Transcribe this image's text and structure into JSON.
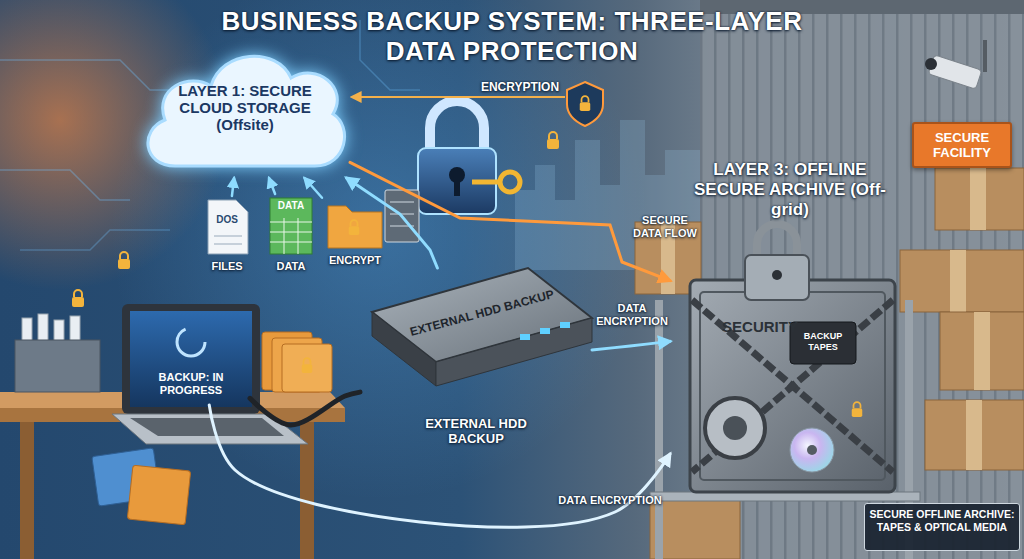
{
  "diagram": {
    "title": "BUSINESS BACKUP SYSTEM: THREE-LAYER DATA PROTECTION",
    "nodes": [
      {
        "text": [
          "LAYER 1: SECURE CLOUD STORAGE (Offsite)"
        ]
      },
      {
        "text": [
          "DOS",
          "FILES"
        ]
      },
      {
        "text": [
          "DATA",
          "DATA"
        ]
      },
      {
        "text": [
          "ENCRYPT"
        ]
      },
      {
        "text": [
          "SECURE FACILITY"
        ]
      },
      {
        "text": [
          "LAYER 3: OFFLINE SECURE ARCHIVE (Off-grid)",
          "SECURITY"
        ]
      },
      {
        "text": [
          "BACKUP TAPES"
        ],
        "in": 5
      },
      {
        "text": [
          "BACKUP: IN PROGRESS"
        ]
      },
      {
        "text": [
          "EXTERNAL HDD BACKUP",
          "EXTERNAL HDD BACKUP"
        ]
      },
      {
        "text": [
          "SECURE OFFLINE ARCHIVE: TAPES & OPTICAL MEDIA"
        ]
      }
    ],
    "edges": [
      {
        "from": 1,
        "to": 0,
        "arrow": "to"
      },
      {
        "from": 2,
        "to": 0,
        "arrow": "to"
      },
      {
        "from": 3,
        "to": 0,
        "arrow": "to"
      },
      {
        "from": 7,
        "to": 8,
        "arrow": "none"
      },
      {
        "from": 8,
        "to": 0,
        "arrow": "to"
      },
      {
        "from": 0,
        "to": 5,
        "label": "SECURE DATA FLOW",
        "arrow": "to"
      },
      {
        "from": 8,
        "to": 5,
        "label": "DATA ENCRYPTION",
        "arrow": "to"
      },
      {
        "from": 7,
        "to": 5,
        "label": "DATA ENCRYPTION",
        "arrow": "to"
      }
    ],
    "labels": [
      "ENCRYPTION"
    ]
  }
}
